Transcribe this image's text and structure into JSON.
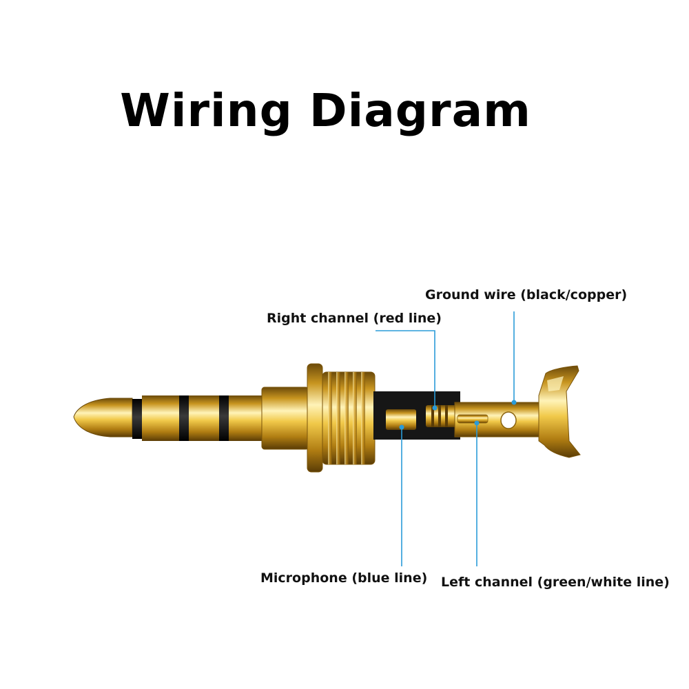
{
  "title": "Wiring Diagram",
  "labels": {
    "ground": "Ground wire (black/copper)",
    "right": "Right channel (red line)",
    "mic": "Microphone (blue line)",
    "left": "Left channel (green/white line)"
  },
  "colors": {
    "leader_line": "#2a9bd8",
    "gold": "#e3b43a",
    "insulator": "#1a1a1a",
    "background": "#ffffff"
  }
}
